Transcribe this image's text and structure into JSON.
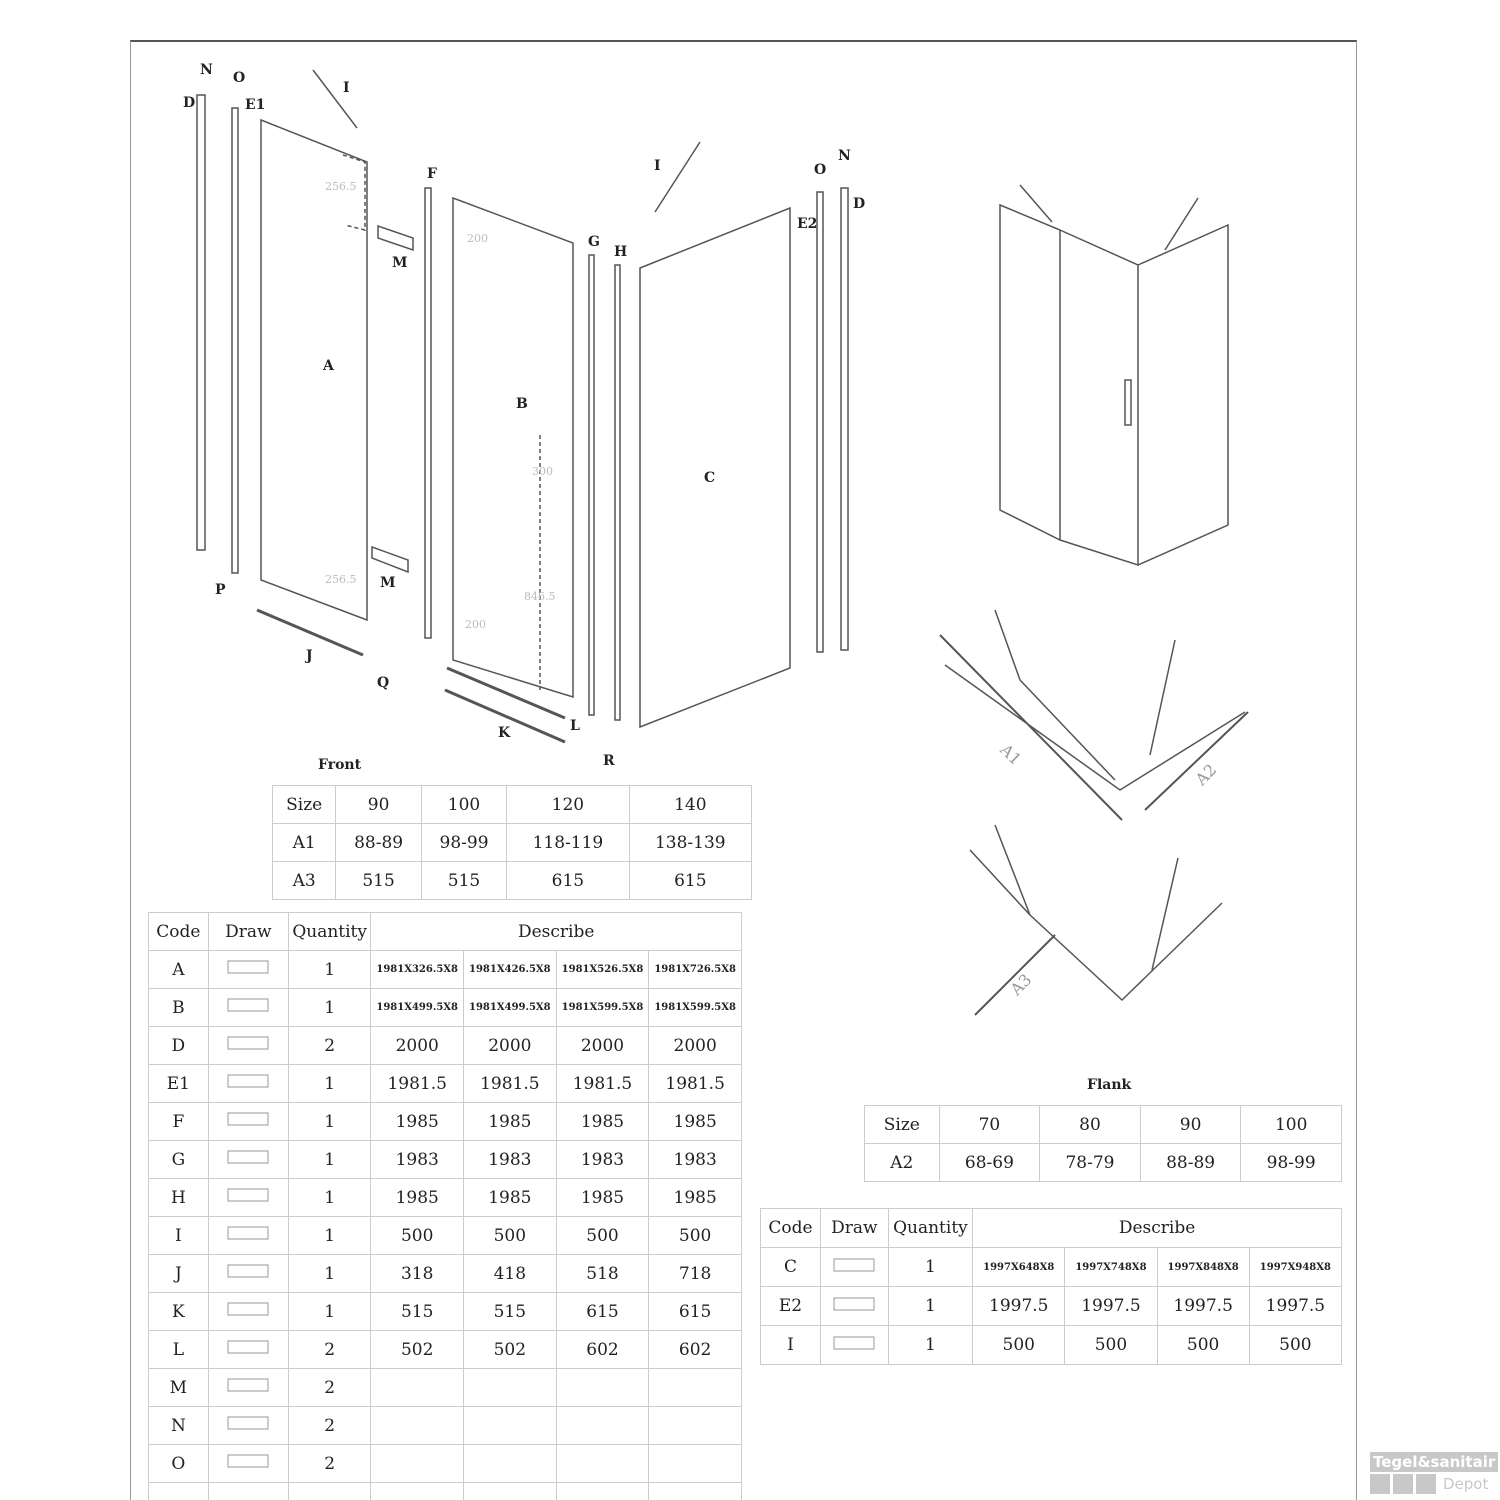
{
  "drawing": {
    "part_labels": [
      "N",
      "O",
      "D",
      "E1",
      "I",
      "A",
      "M",
      "M",
      "F",
      "B",
      "G",
      "H",
      "I",
      "C",
      "O",
      "N",
      "E2",
      "D",
      "P",
      "J",
      "Q",
      "K",
      "L",
      "R"
    ],
    "dimensions": [
      "256.5",
      "200",
      "300",
      "256.5",
      "846.5",
      "200"
    ],
    "diagram_labels": {
      "a1": "A1",
      "a2": "A2",
      "a3": "A3"
    }
  },
  "front": {
    "title": "Front",
    "header": [
      "Size",
      "90",
      "100",
      "120",
      "140"
    ],
    "rows": [
      [
        "A1",
        "88-89",
        "98-99",
        "118-119",
        "138-139"
      ],
      [
        "A3",
        "515",
        "515",
        "615",
        "615"
      ]
    ]
  },
  "flank": {
    "title": "Flank",
    "header": [
      "Size",
      "70",
      "80",
      "90",
      "100"
    ],
    "rows": [
      [
        "A2",
        "68-69",
        "78-79",
        "88-89",
        "98-99"
      ]
    ]
  },
  "main_table": {
    "headers": {
      "code": "Code",
      "draw": "Draw",
      "quantity": "Quantity",
      "describe": "Describe"
    },
    "rows": [
      {
        "code": "A",
        "qty": "1",
        "vals": [
          "1981X326.5X8",
          "1981X426.5X8",
          "1981X526.5X8",
          "1981X726.5X8"
        ],
        "small": true
      },
      {
        "code": "B",
        "qty": "1",
        "vals": [
          "1981X499.5X8",
          "1981X499.5X8",
          "1981X599.5X8",
          "1981X599.5X8"
        ],
        "small": true
      },
      {
        "code": "D",
        "qty": "2",
        "vals": [
          "2000",
          "2000",
          "2000",
          "2000"
        ]
      },
      {
        "code": "E1",
        "qty": "1",
        "vals": [
          "1981.5",
          "1981.5",
          "1981.5",
          "1981.5"
        ]
      },
      {
        "code": "F",
        "qty": "1",
        "vals": [
          "1985",
          "1985",
          "1985",
          "1985"
        ]
      },
      {
        "code": "G",
        "qty": "1",
        "vals": [
          "1983",
          "1983",
          "1983",
          "1983"
        ]
      },
      {
        "code": "H",
        "qty": "1",
        "vals": [
          "1985",
          "1985",
          "1985",
          "1985"
        ]
      },
      {
        "code": "I",
        "qty": "1",
        "vals": [
          "500",
          "500",
          "500",
          "500"
        ]
      },
      {
        "code": "J",
        "qty": "1",
        "vals": [
          "318",
          "418",
          "518",
          "718"
        ]
      },
      {
        "code": "K",
        "qty": "1",
        "vals": [
          "515",
          "515",
          "615",
          "615"
        ]
      },
      {
        "code": "L",
        "qty": "2",
        "vals": [
          "502",
          "502",
          "602",
          "602"
        ]
      },
      {
        "code": "M",
        "qty": "2",
        "vals": [
          "",
          "",
          "",
          ""
        ]
      },
      {
        "code": "N",
        "qty": "2",
        "vals": [
          "",
          "",
          "",
          ""
        ]
      },
      {
        "code": "O",
        "qty": "2",
        "vals": [
          "",
          "",
          "",
          ""
        ]
      },
      {
        "code": "",
        "qty": "",
        "vals": [
          "",
          "",
          "",
          ""
        ]
      }
    ]
  },
  "flank_table": {
    "headers": {
      "code": "Code",
      "draw": "Draw",
      "quantity": "Quantity",
      "describe": "Describe"
    },
    "rows": [
      {
        "code": "C",
        "qty": "1",
        "vals": [
          "1997X648X8",
          "1997X748X8",
          "1997X848X8",
          "1997X948X8"
        ],
        "small": true
      },
      {
        "code": "E2",
        "qty": "1",
        "vals": [
          "1997.5",
          "1997.5",
          "1997.5",
          "1997.5"
        ]
      },
      {
        "code": "I",
        "qty": "1",
        "vals": [
          "500",
          "500",
          "500",
          "500"
        ]
      }
    ]
  },
  "watermark": {
    "line1": "Tegel&sanitair",
    "line2": "Depot"
  }
}
